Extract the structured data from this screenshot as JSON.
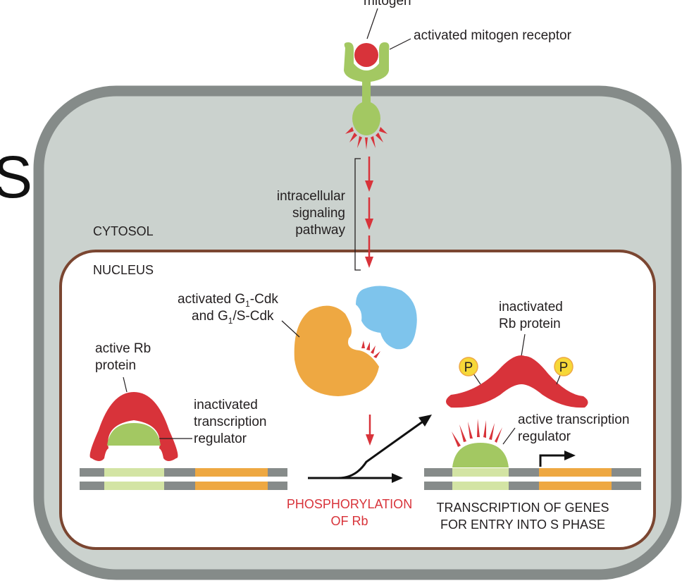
{
  "labels": {
    "mitogen": "mitogen",
    "receptor": "activated mitogen receptor",
    "fragment_letter": "S",
    "pathway": [
      "intracellular",
      "signaling",
      "pathway"
    ],
    "cytosol": "CYTOSOL",
    "nucleus": "NUCLEUS",
    "cdk_line1": "activated G",
    "cdk_sub": "1",
    "cdk_line1_end": "-Cdk",
    "cdk_line2": "and G",
    "cdk_line2_end": "/S-Cdk",
    "active_rb": [
      "active Rb",
      "protein"
    ],
    "inactive_reg": [
      "inactivated",
      "transcription",
      "regulator"
    ],
    "inactive_rb": [
      "inactivated",
      "Rb protein"
    ],
    "phospho_mark": "P",
    "active_reg": [
      "active transcription",
      "regulator"
    ],
    "phosphorylation": [
      "PHOSPHORYLATION",
      "OF Rb"
    ],
    "transcription": [
      "TRANSCRIPTION OF GENES",
      "FOR ENTRY INTO S PHASE"
    ]
  },
  "colors": {
    "membrane": "#858b89",
    "cytosol": "#cbd2ce",
    "nuclear_envelope": "#7b4631",
    "green": "#a3c862",
    "light_green": "#d3e4a4",
    "red": "#d8333a",
    "orange": "#eea842",
    "blue": "#7ec4ec",
    "yellow": "#f6d838",
    "dna_gray": "#868b8a"
  }
}
